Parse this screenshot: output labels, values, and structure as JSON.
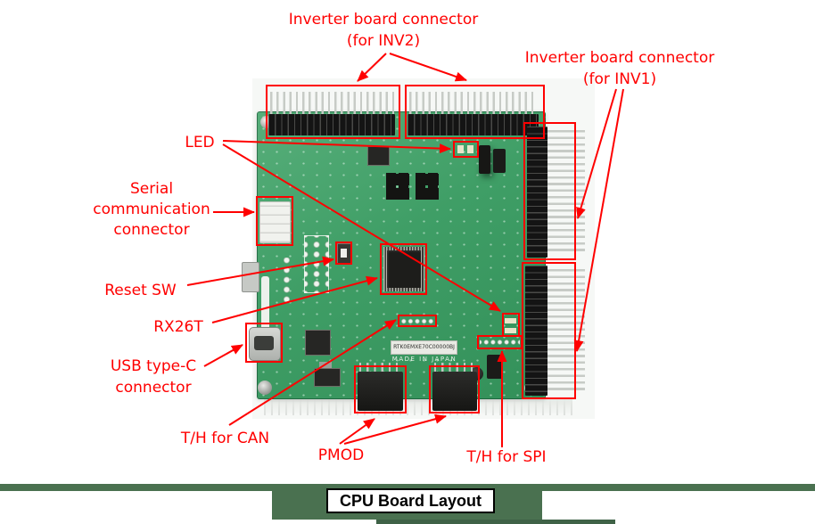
{
  "figure": {
    "caption": "CPU Board Layout",
    "annotation_color": "#ff0000",
    "caption_bar_color": "#4a7150"
  },
  "board": {
    "part_number_label": "RTK0EMXE70C00000BJ",
    "silkscreen_made_in": "MADE IN JAPAN"
  },
  "annotations": {
    "inv2_connector": "Inverter board connector\n(for INV2)",
    "inv1_connector": "Inverter board connector\n(for INV1)",
    "led": "LED",
    "serial": "Serial\ncommunication\nconnector",
    "reset_sw": "Reset SW",
    "mcu": "RX26T",
    "usb": "USB type-C\nconnector",
    "th_can": "T/H for CAN",
    "pmod": "PMOD",
    "th_spi": "T/H for SPI"
  }
}
